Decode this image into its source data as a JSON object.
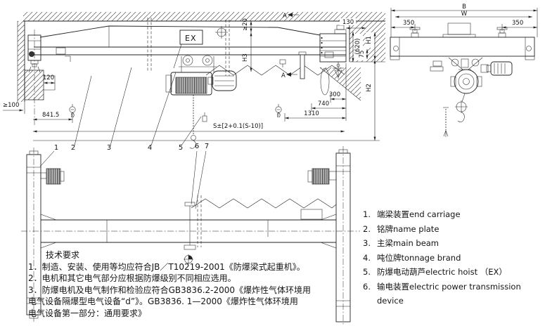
{
  "main_view": {
    "ex_label": "EX",
    "section_mark_top": "A",
    "section_mark_bottom": "A",
    "dims": {
      "wall_clearance": "≥100",
      "bracket_width": "120",
      "hook_approach_left": "841.5",
      "span": "S±[2+0.1(S-10)]",
      "headroom": "≥20",
      "h3": "H3",
      "right_gap": "130",
      "end_carriage_height": "(620)",
      "d300": "300",
      "d740": "740",
      "d1310": "1310"
    }
  },
  "end_view": {
    "dims": {
      "b": "B",
      "w": "W",
      "left_offset": "350",
      "right_offset": "350",
      "h1": "H1",
      "rail_offset": "75",
      "h2": "H2"
    }
  },
  "plan_view": {
    "callouts": [
      "1",
      "2",
      "3",
      "4",
      "5",
      "6",
      "7"
    ]
  },
  "tech_requirements": {
    "title": "技术要求",
    "lines": [
      "1．制造、安装、使用等均应符合JB／T10219-2001《防爆梁式起重机》。",
      "2．电机和其它电气部分应根据防爆级别不同相应选用。",
      "3．防爆电机及电气制作和检验应符合GB3836.2-2000《爆炸性气体环境用",
      "电气设备隔爆型电气设备“d”》。GB3836. 1—2000《爆炸性气体环境用",
      "电气设备第一部分：通用要求》"
    ]
  },
  "legend": {
    "items": [
      {
        "num": "1.",
        "label": "端梁装置end carriage"
      },
      {
        "num": "2.",
        "label": "铭牌name plate"
      },
      {
        "num": "3.",
        "label": "主梁main beam"
      },
      {
        "num": "4.",
        "label": "吨位牌tonnage brand"
      },
      {
        "num": "5.",
        "label": "防爆电动葫芦electric hoist （EX）"
      },
      {
        "num": "6.",
        "label": "输电装置electric power transmission device"
      }
    ]
  }
}
